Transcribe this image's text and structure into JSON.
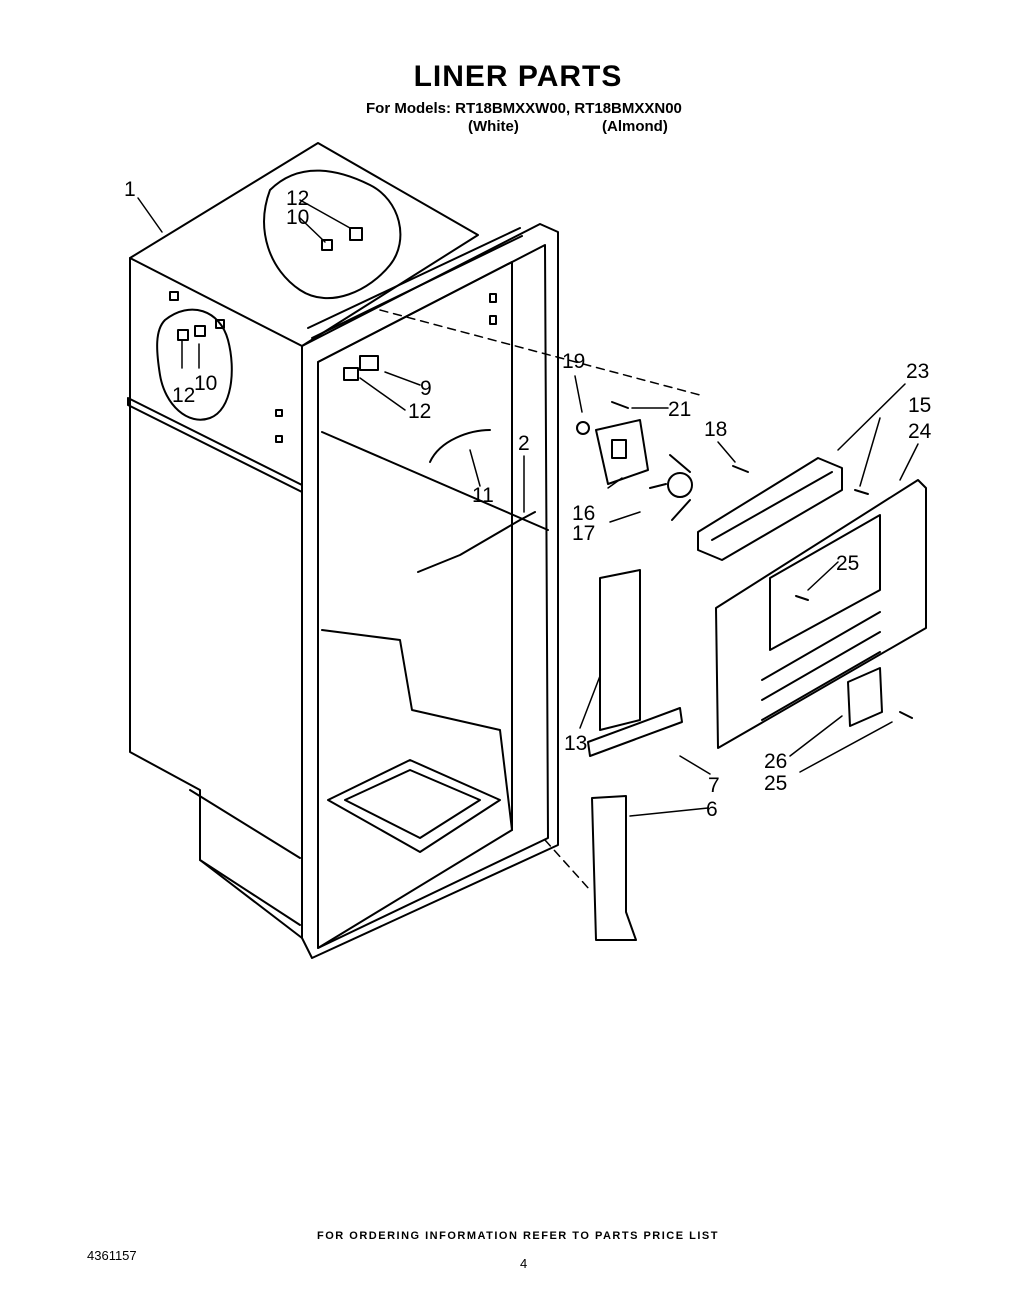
{
  "header": {
    "title": "LINER PARTS",
    "models_line": "For Models: RT18BMXXW00, RT18BMXXN00",
    "variant_white": "(White)",
    "variant_almond": "(Almond)"
  },
  "callouts": [
    "1",
    "12",
    "10",
    "12",
    "10",
    "9",
    "12",
    "11",
    "2",
    "19",
    "21",
    "16",
    "17",
    "18",
    "23",
    "15",
    "24",
    "25",
    "13",
    "7",
    "6",
    "26",
    "25"
  ],
  "footer": {
    "ordering_note": "FOR ORDERING INFORMATION REFER TO PARTS PRICE LIST",
    "doc_number": "4361157",
    "page_number": "4"
  }
}
